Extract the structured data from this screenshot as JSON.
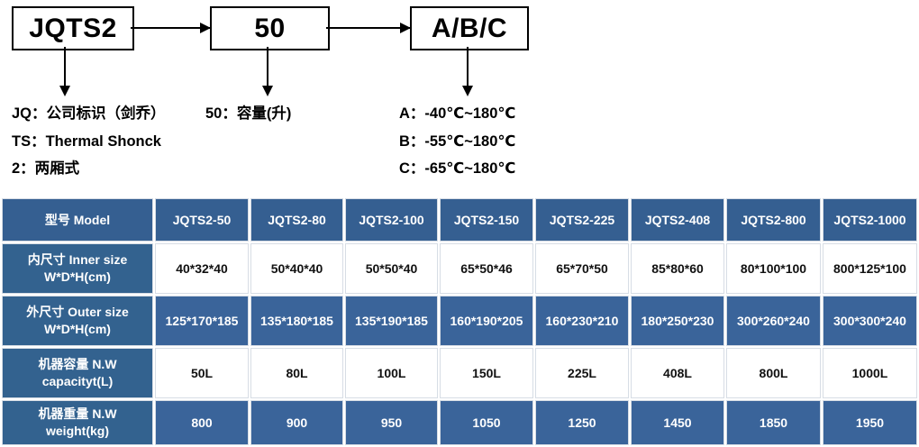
{
  "diagram": {
    "boxes": [
      {
        "id": "model",
        "label": "JQTS2"
      },
      {
        "id": "capacity",
        "label": "50"
      },
      {
        "id": "temperature",
        "label": "A/B/C"
      }
    ],
    "legend_left": [
      "JQ：公司标识（剑乔）",
      "TS：Thermal Shonck",
      "2：两厢式"
    ],
    "legend_mid": [
      "50：容量(升)"
    ],
    "legend_right": [
      "A：-40℃~180℃",
      "B：-55℃~180℃",
      "C：-65℃~180℃"
    ]
  },
  "table": {
    "row_labels": [
      {
        "line1": "型号 Model",
        "line2": ""
      },
      {
        "line1": "内尺寸 Inner size",
        "line2": "W*D*H(cm)"
      },
      {
        "line1": "外尺寸 Outer size",
        "line2": "W*D*H(cm)"
      },
      {
        "line1": "机器容量 N.W",
        "line2": "capacityt(L)"
      },
      {
        "line1": "机器重量 N.W",
        "line2": "weight(kg)"
      }
    ],
    "models": [
      "JQTS2-50",
      "JQTS2-80",
      "JQTS2-100",
      "JQTS2-150",
      "JQTS2-225",
      "JQTS2-408",
      "JQTS2-800",
      "JQTS2-1000"
    ],
    "inner_size": [
      "40*32*40",
      "50*40*40",
      "50*50*40",
      "65*50*46",
      "65*70*50",
      "85*80*60",
      "80*100*100",
      "800*125*100"
    ],
    "outer_size": [
      "125*170*185",
      "135*180*185",
      "135*190*185",
      "160*190*205",
      "160*230*210",
      "180*250*230",
      "300*260*240",
      "300*300*240"
    ],
    "capacity": [
      "50L",
      "80L",
      "100L",
      "150L",
      "225L",
      "408L",
      "800L",
      "1000L"
    ],
    "weight": [
      "800",
      "900",
      "950",
      "1050",
      "1250",
      "1450",
      "1850",
      "1950"
    ]
  },
  "colors": {
    "header_blue": "#355f91",
    "label_blue": "#33628f",
    "data_blue": "#3a649a",
    "data_white": "#ffffff",
    "text_dark": "#111111",
    "text_light": "#ffffff",
    "diagram_stroke": "#000000"
  }
}
